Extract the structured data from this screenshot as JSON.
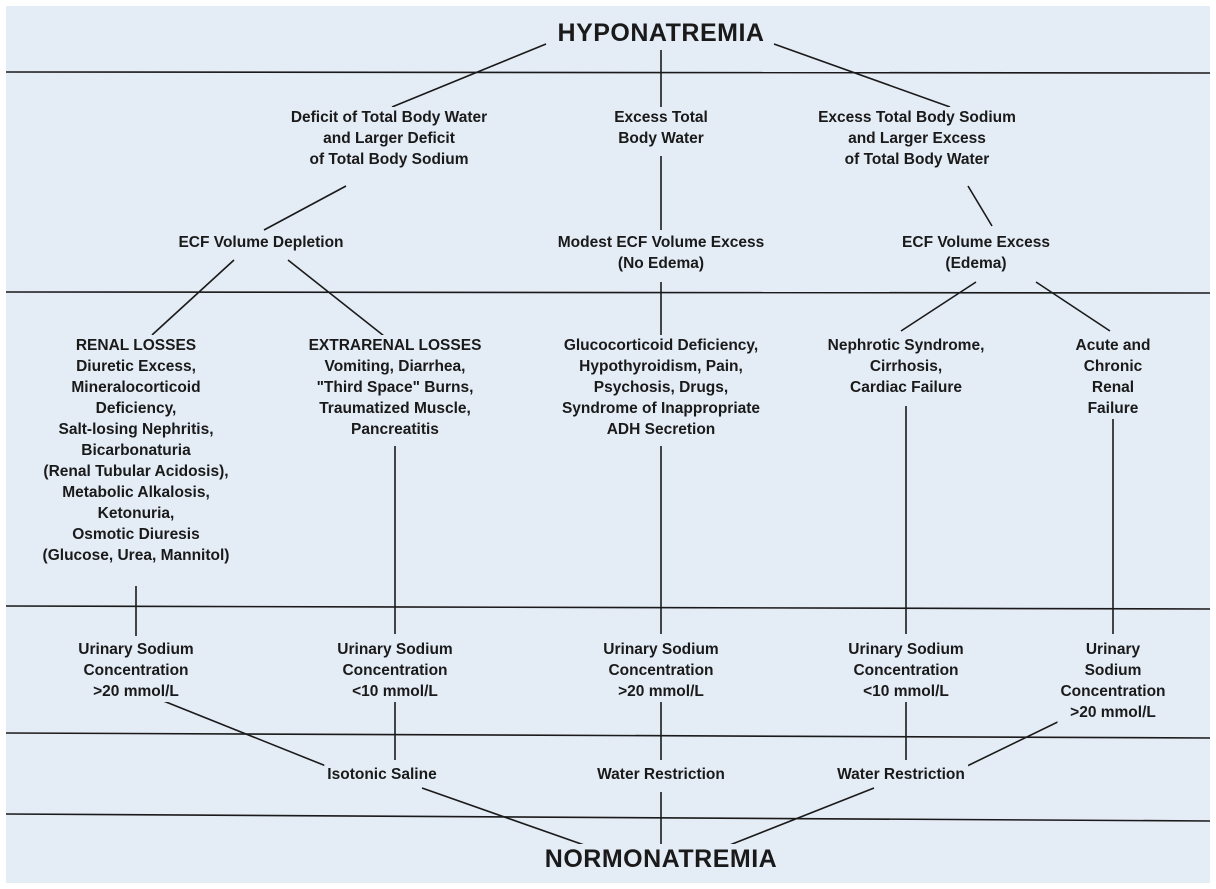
{
  "diagram": {
    "top": "HYPONATREMIA",
    "bottom": "NORMONATREMIA",
    "level1": {
      "left": "Deficit of Total Body Water\nand Larger Deficit\nof Total Body Sodium",
      "center": "Excess Total\nBody Water",
      "right": "Excess Total Body Sodium\nand Larger Excess\nof Total Body Water"
    },
    "level2": {
      "left": "ECF Volume Depletion",
      "center": "Modest ECF Volume Excess\n(No Edema)",
      "right": "ECF Volume Excess\n(Edema)"
    },
    "causes": [
      "RENAL LOSSES\nDiuretic Excess,\nMineralocorticoid\nDeficiency,\nSalt-losing Nephritis,\nBicarbonaturia\n(Renal Tubular Acidosis),\nMetabolic Alkalosis,\nKetonuria,\nOsmotic Diuresis\n(Glucose, Urea, Mannitol)",
      "EXTRARENAL LOSSES\nVomiting, Diarrhea,\n\"Third Space\" Burns,\nTraumatized Muscle,\nPancreatitis",
      "Glucocorticoid Deficiency,\nHypothyroidism, Pain,\nPsychosis, Drugs,\nSyndrome of Inappropriate\nADH Secretion",
      "Nephrotic Syndrome,\nCirrhosis,\nCardiac Failure",
      "Acute and Chronic\nRenal Failure"
    ],
    "urinary": [
      "Urinary Sodium\nConcentration\n>20 mmol/L",
      "Urinary Sodium\nConcentration\n<10 mmol/L",
      "Urinary Sodium\nConcentration\n>20 mmol/L",
      "Urinary Sodium\nConcentration\n<10 mmol/L",
      "Urinary Sodium\nConcentration\n>20 mmol/L"
    ],
    "treatments": [
      "Isotonic Saline",
      "Water Restriction",
      "Water Restriction"
    ]
  }
}
